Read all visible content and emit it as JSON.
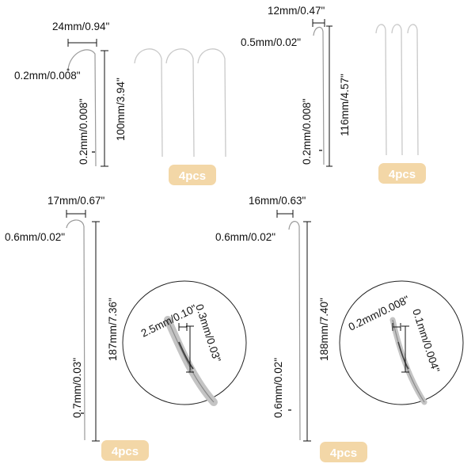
{
  "colors": {
    "badge": "#f3d7a7",
    "badge_text": "#ffffff",
    "wire": "#c9c9c9",
    "ink": "#111111"
  },
  "panel_1": {
    "hook_width": "24mm/0.94\"",
    "wire_diameter_top": "0.2mm/0.008\"",
    "wire_diameter_side": "0.2mm/0.008\"",
    "length": "100mm/3.94\"",
    "quantity": "4pcs"
  },
  "panel_2": {
    "hook_width": "12mm/0.47\"",
    "wire_diameter_top": "0.5mm/0.02\"",
    "wire_diameter_side": "0.2mm/0.008\"",
    "length": "116mm/4.57\"",
    "quantity": "4pcs"
  },
  "panel_3": {
    "hook_width": "17mm/0.67\"",
    "wire_diameter_top": "0.6mm/0.02\"",
    "wire_diameter_side": "0.7mm/0.03\"",
    "length": "187mm/7.36\"",
    "eye_length": "2.5mm/0.10\"",
    "eye_width": "0.3mm/0.03\"",
    "quantity": "4pcs"
  },
  "panel_4": {
    "hook_width": "16mm/0.63\"",
    "wire_diameter_top": "0.6mm/0.02\"",
    "wire_diameter_side": "0.6mm/0.02\"",
    "length": "188mm/7.40\"",
    "eye_length": "0.2mm/0.008\"",
    "eye_width": "0.1mm/0.004\"",
    "quantity": "4pcs"
  }
}
